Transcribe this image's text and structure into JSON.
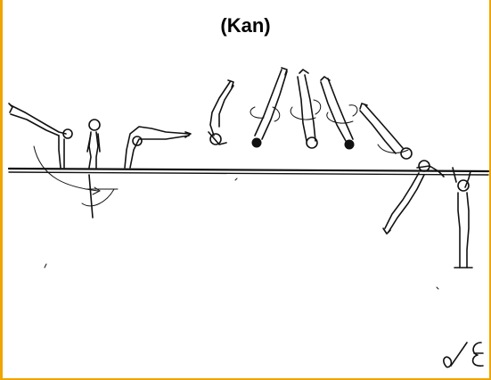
{
  "title": "(Kan)",
  "figures": [
    "gymnast-straddle-on-bar",
    "gymnast-standing-on-bar",
    "gymnast-handstand-on-bar",
    "gymnast-somersault-tuck",
    "gymnast-twisting-layout-1",
    "gymnast-twisting-layout-2",
    "gymnast-twisting-layout-3",
    "gymnast-twisting-layout-4",
    "gymnast-catch-low-bar",
    "gymnast-landing-stand"
  ]
}
